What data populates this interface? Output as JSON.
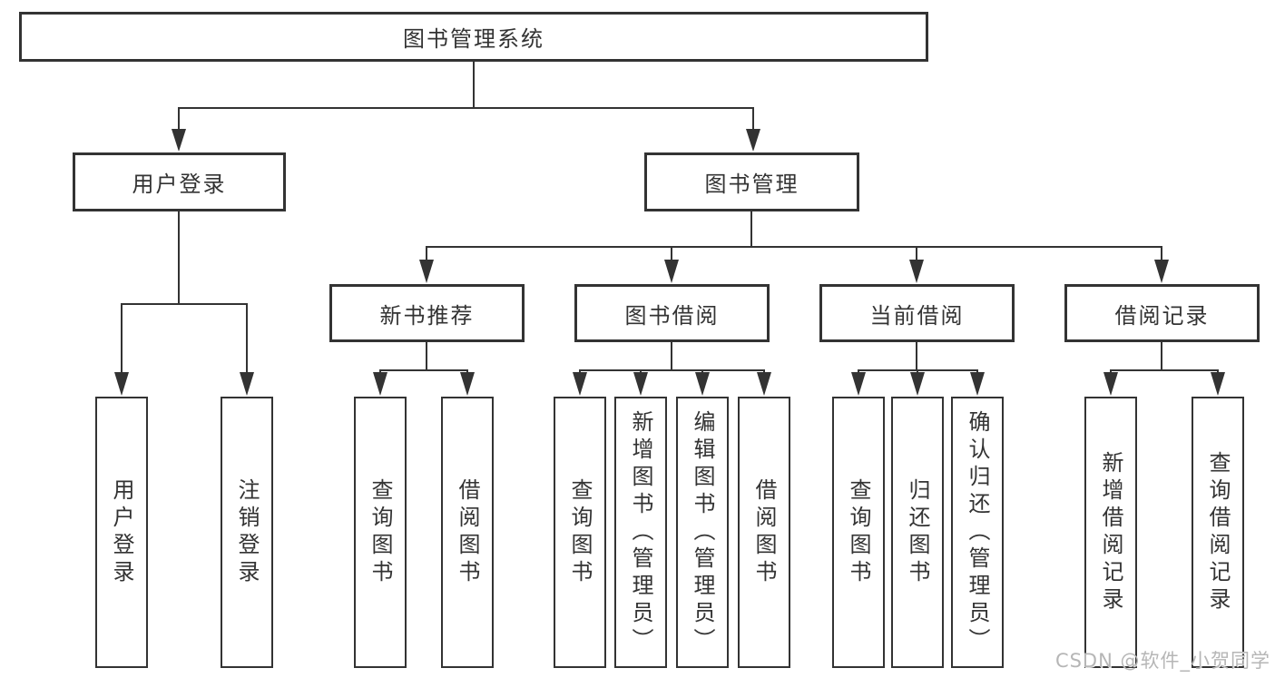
{
  "diagram": {
    "title_node": "图书管理系统",
    "colors": {
      "line": "#333333",
      "text": "#333333",
      "box_bg": "#ffffff",
      "watermark": "#b6b6b6"
    },
    "tree": {
      "root": {
        "label": "图书管理系统",
        "children": [
          {
            "label": "用户登录",
            "children": [
              {
                "label": "用户登录"
              },
              {
                "label": "注销登录"
              }
            ]
          },
          {
            "label": "图书管理",
            "children": [
              {
                "label": "新书推荐",
                "children": [
                  {
                    "label": "查询图书"
                  },
                  {
                    "label": "借阅图书"
                  }
                ]
              },
              {
                "label": "图书借阅",
                "children": [
                  {
                    "label": "查询图书"
                  },
                  {
                    "label": "新增图书（管理员）"
                  },
                  {
                    "label": "编辑图书（管理员）"
                  },
                  {
                    "label": "借阅图书"
                  }
                ]
              },
              {
                "label": "当前借阅",
                "children": [
                  {
                    "label": "查询图书"
                  },
                  {
                    "label": "归还图书"
                  },
                  {
                    "label": "确认归还（管理员）"
                  }
                ]
              },
              {
                "label": "借阅记录",
                "children": [
                  {
                    "label": "新增借阅记录"
                  },
                  {
                    "label": "查询借阅记录"
                  }
                ]
              }
            ]
          }
        ]
      }
    },
    "watermark": {
      "text": "CSDN @软件_小贺同学"
    }
  }
}
